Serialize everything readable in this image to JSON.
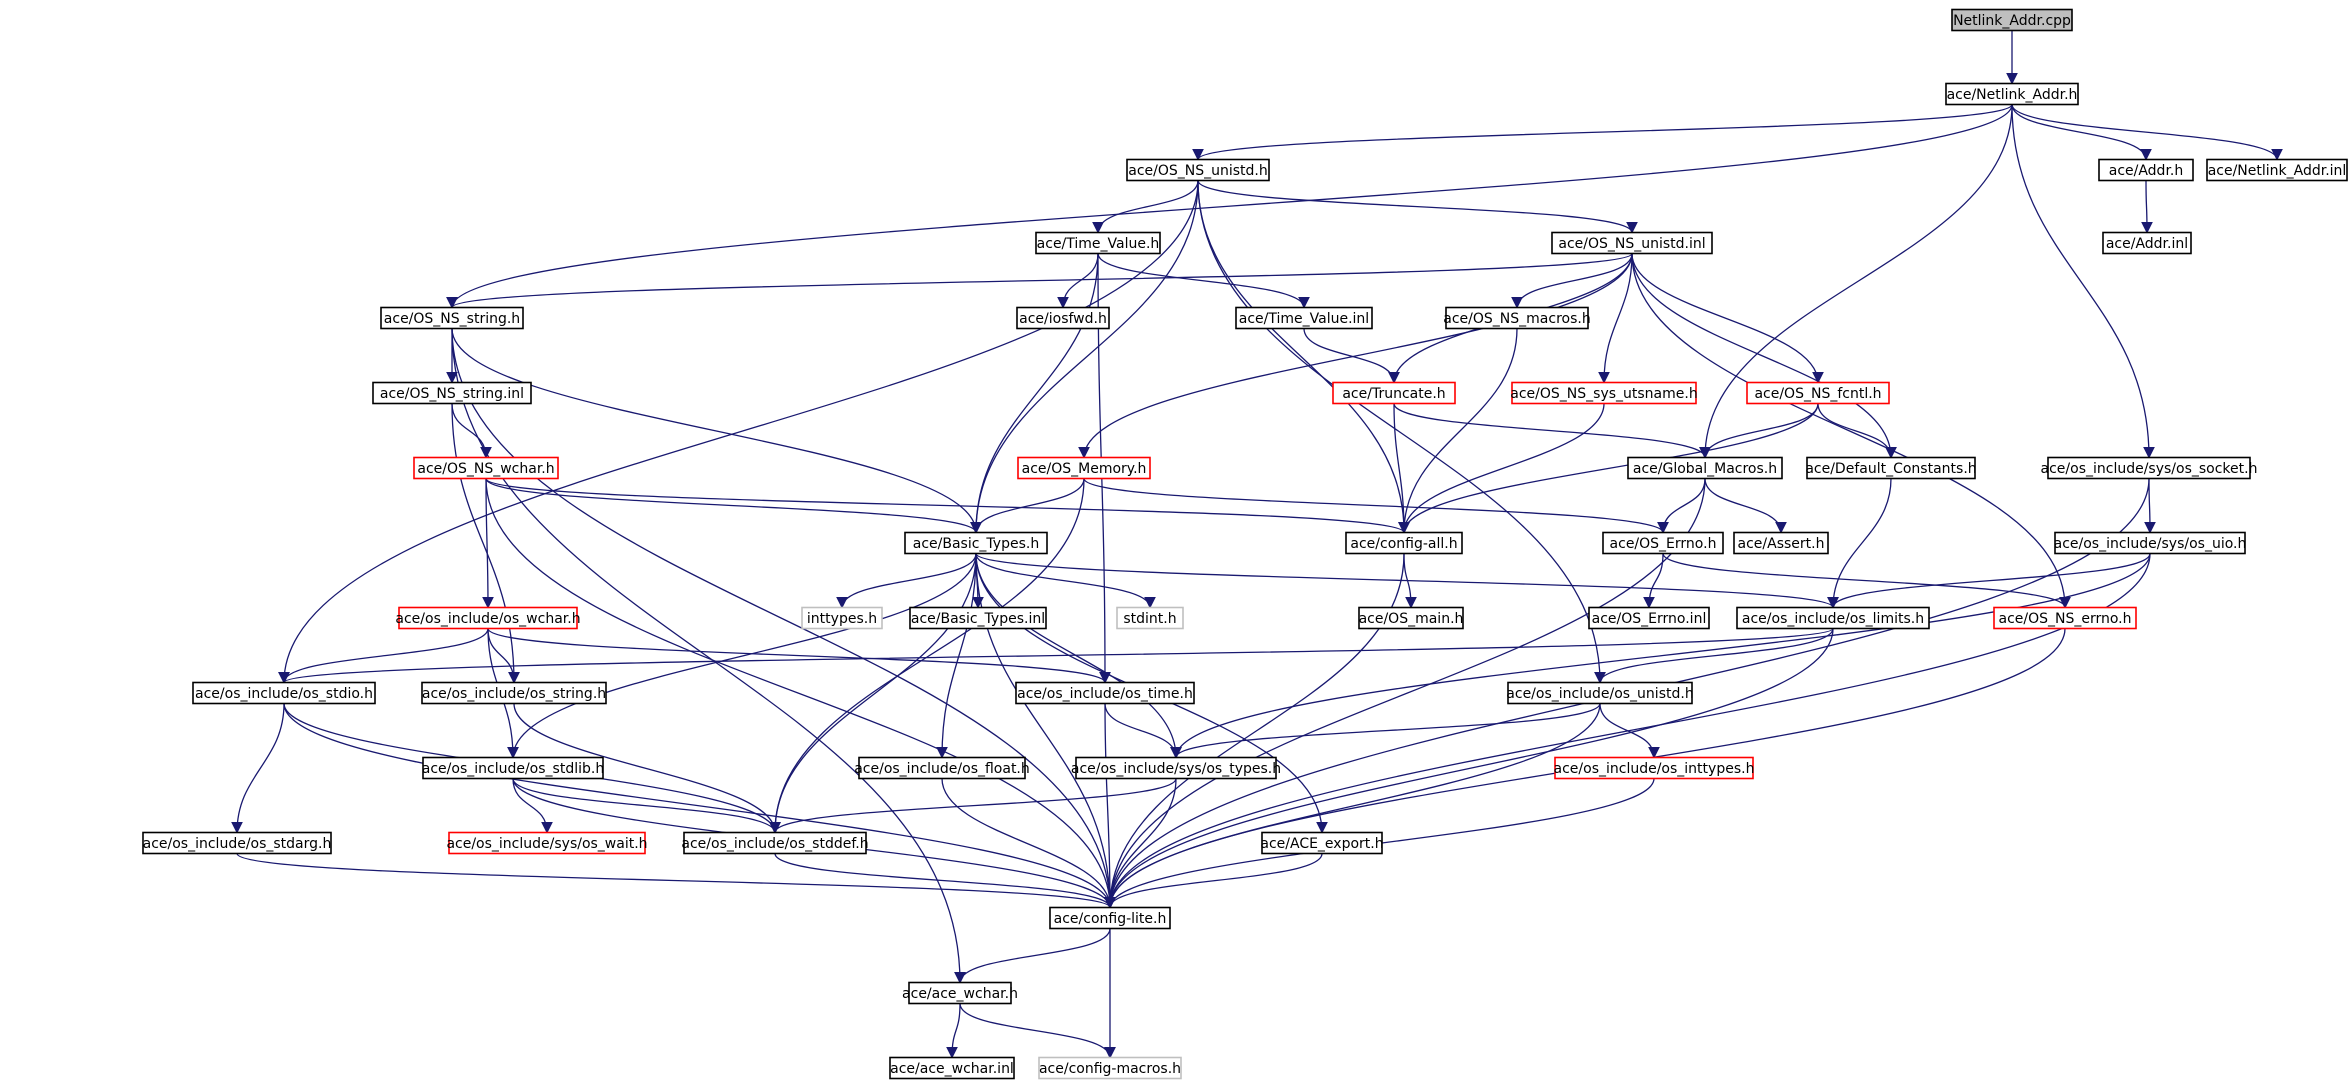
{
  "graph": {
    "colors": {
      "edge": "#191970",
      "normal_border": "#000000",
      "truncated_border": "#ff0000",
      "external_border": "#bfbfbf",
      "root_fill": "#bfbfbf",
      "fill": "#ffffff"
    },
    "nodes": [
      {
        "id": "netlink_addr_cpp",
        "label": "Netlink_Addr.cpp",
        "style": "root"
      },
      {
        "id": "netlink_addr_h",
        "label": "ace/Netlink_Addr.h",
        "style": "normal"
      },
      {
        "id": "os_ns_unistd_h",
        "label": "ace/OS_NS_unistd.h",
        "style": "normal"
      },
      {
        "id": "addr_h",
        "label": "ace/Addr.h",
        "style": "normal"
      },
      {
        "id": "netlink_addr_inl",
        "label": "ace/Netlink_Addr.inl",
        "style": "normal"
      },
      {
        "id": "addr_inl",
        "label": "ace/Addr.inl",
        "style": "normal"
      },
      {
        "id": "time_value_h",
        "label": "ace/Time_Value.h",
        "style": "normal"
      },
      {
        "id": "os_ns_unistd_inl",
        "label": "ace/OS_NS_unistd.inl",
        "style": "normal"
      },
      {
        "id": "os_ns_string_h",
        "label": "ace/OS_NS_string.h",
        "style": "normal"
      },
      {
        "id": "iosfwd_h",
        "label": "ace/iosfwd.h",
        "style": "normal"
      },
      {
        "id": "time_value_inl",
        "label": "ace/Time_Value.inl",
        "style": "normal"
      },
      {
        "id": "os_ns_macros_h",
        "label": "ace/OS_NS_macros.h",
        "style": "normal"
      },
      {
        "id": "os_ns_string_inl",
        "label": "ace/OS_NS_string.inl",
        "style": "normal"
      },
      {
        "id": "truncate_h",
        "label": "ace/Truncate.h",
        "style": "truncated"
      },
      {
        "id": "os_ns_sys_utsname_h",
        "label": "ace/OS_NS_sys_utsname.h",
        "style": "truncated"
      },
      {
        "id": "os_ns_fcntl_h",
        "label": "ace/OS_NS_fcntl.h",
        "style": "truncated"
      },
      {
        "id": "os_ns_wchar_h",
        "label": "ace/OS_NS_wchar.h",
        "style": "truncated"
      },
      {
        "id": "os_memory_h",
        "label": "ace/OS_Memory.h",
        "style": "truncated"
      },
      {
        "id": "global_macros_h",
        "label": "ace/Global_Macros.h",
        "style": "normal"
      },
      {
        "id": "default_constants_h",
        "label": "ace/Default_Constants.h",
        "style": "normal"
      },
      {
        "id": "os_socket_h",
        "label": "ace/os_include/sys/os_socket.h",
        "style": "normal"
      },
      {
        "id": "basic_types_h",
        "label": "ace/Basic_Types.h",
        "style": "normal"
      },
      {
        "id": "config_all_h",
        "label": "ace/config-all.h",
        "style": "normal"
      },
      {
        "id": "os_errno_h",
        "label": "ace/OS_Errno.h",
        "style": "normal"
      },
      {
        "id": "assert_h",
        "label": "ace/Assert.h",
        "style": "normal"
      },
      {
        "id": "os_uio_h",
        "label": "ace/os_include/sys/os_uio.h",
        "style": "normal"
      },
      {
        "id": "os_include_os_wchar_h",
        "label": "ace/os_include/os_wchar.h",
        "style": "truncated"
      },
      {
        "id": "inttypes_h",
        "label": "inttypes.h",
        "style": "external"
      },
      {
        "id": "basic_types_inl",
        "label": "ace/Basic_Types.inl",
        "style": "normal"
      },
      {
        "id": "stdint_h",
        "label": "stdint.h",
        "style": "external"
      },
      {
        "id": "os_main_h",
        "label": "ace/OS_main.h",
        "style": "normal"
      },
      {
        "id": "os_errno_inl",
        "label": "ace/OS_Errno.inl",
        "style": "normal"
      },
      {
        "id": "os_limits_h",
        "label": "ace/os_include/os_limits.h",
        "style": "normal"
      },
      {
        "id": "os_ns_errno_h",
        "label": "ace/OS_NS_errno.h",
        "style": "truncated"
      },
      {
        "id": "os_stdio_h",
        "label": "ace/os_include/os_stdio.h",
        "style": "normal"
      },
      {
        "id": "os_string_h",
        "label": "ace/os_include/os_string.h",
        "style": "normal"
      },
      {
        "id": "os_time_h",
        "label": "ace/os_include/os_time.h",
        "style": "normal"
      },
      {
        "id": "os_unistd_h",
        "label": "ace/os_include/os_unistd.h",
        "style": "normal"
      },
      {
        "id": "os_stdlib_h",
        "label": "ace/os_include/os_stdlib.h",
        "style": "normal"
      },
      {
        "id": "os_float_h",
        "label": "ace/os_include/os_float.h",
        "style": "normal"
      },
      {
        "id": "os_types_h",
        "label": "ace/os_include/sys/os_types.h",
        "style": "normal"
      },
      {
        "id": "os_inttypes_h",
        "label": "ace/os_include/os_inttypes.h",
        "style": "truncated"
      },
      {
        "id": "os_stdarg_h",
        "label": "ace/os_include/os_stdarg.h",
        "style": "normal"
      },
      {
        "id": "os_wait_h",
        "label": "ace/os_include/sys/os_wait.h",
        "style": "truncated"
      },
      {
        "id": "os_stddef_h",
        "label": "ace/os_include/os_stddef.h",
        "style": "normal"
      },
      {
        "id": "ace_export_h",
        "label": "ace/ACE_export.h",
        "style": "normal"
      },
      {
        "id": "config_lite_h",
        "label": "ace/config-lite.h",
        "style": "normal"
      },
      {
        "id": "ace_wchar_h",
        "label": "ace/ace_wchar.h",
        "style": "normal"
      },
      {
        "id": "ace_wchar_inl",
        "label": "ace/ace_wchar.inl",
        "style": "normal"
      },
      {
        "id": "config_macros_h",
        "label": "ace/config-macros.h",
        "style": "external"
      }
    ],
    "edges": [
      [
        "netlink_addr_cpp",
        "netlink_addr_h"
      ],
      [
        "netlink_addr_h",
        "os_ns_unistd_h"
      ],
      [
        "netlink_addr_h",
        "addr_h"
      ],
      [
        "netlink_addr_h",
        "netlink_addr_inl"
      ],
      [
        "netlink_addr_h",
        "os_ns_string_h"
      ],
      [
        "netlink_addr_h",
        "global_macros_h"
      ],
      [
        "netlink_addr_h",
        "os_socket_h"
      ],
      [
        "addr_h",
        "addr_inl"
      ],
      [
        "os_ns_unistd_h",
        "time_value_h"
      ],
      [
        "os_ns_unistd_h",
        "os_ns_unistd_inl"
      ],
      [
        "os_ns_unistd_h",
        "basic_types_h"
      ],
      [
        "os_ns_unistd_h",
        "config_all_h"
      ],
      [
        "os_ns_unistd_h",
        "os_stdio_h"
      ],
      [
        "os_ns_unistd_h",
        "os_unistd_h"
      ],
      [
        "time_value_h",
        "iosfwd_h"
      ],
      [
        "time_value_h",
        "time_value_inl"
      ],
      [
        "time_value_h",
        "basic_types_h"
      ],
      [
        "time_value_h",
        "os_time_h"
      ],
      [
        "time_value_inl",
        "truncate_h"
      ],
      [
        "os_ns_unistd_inl",
        "os_ns_string_h"
      ],
      [
        "os_ns_unistd_inl",
        "os_ns_macros_h"
      ],
      [
        "os_ns_unistd_inl",
        "truncate_h"
      ],
      [
        "os_ns_unistd_inl",
        "os_ns_sys_utsname_h"
      ],
      [
        "os_ns_unistd_inl",
        "os_ns_fcntl_h"
      ],
      [
        "os_ns_unistd_inl",
        "os_memory_h"
      ],
      [
        "os_ns_unistd_inl",
        "default_constants_h"
      ],
      [
        "os_ns_unistd_inl",
        "os_ns_errno_h"
      ],
      [
        "os_ns_string_h",
        "os_ns_string_inl"
      ],
      [
        "os_ns_string_h",
        "basic_types_h"
      ],
      [
        "os_ns_string_h",
        "config_lite_h"
      ],
      [
        "os_ns_string_inl",
        "os_ns_wchar_h"
      ],
      [
        "os_ns_string_inl",
        "os_string_h"
      ],
      [
        "os_ns_macros_h",
        "config_all_h"
      ],
      [
        "truncate_h",
        "config_all_h"
      ],
      [
        "truncate_h",
        "global_macros_h"
      ],
      [
        "os_ns_sys_utsname_h",
        "config_all_h"
      ],
      [
        "os_ns_fcntl_h",
        "global_macros_h"
      ],
      [
        "os_ns_fcntl_h",
        "default_constants_h"
      ],
      [
        "os_ns_fcntl_h",
        "config_all_h"
      ],
      [
        "os_ns_wchar_h",
        "basic_types_h"
      ],
      [
        "os_ns_wchar_h",
        "os_include_os_wchar_h"
      ],
      [
        "os_ns_wchar_h",
        "config_all_h"
      ],
      [
        "os_ns_wchar_h",
        "config_lite_h"
      ],
      [
        "os_memory_h",
        "basic_types_h"
      ],
      [
        "os_memory_h",
        "os_errno_h"
      ],
      [
        "os_memory_h",
        "os_stddef_h"
      ],
      [
        "global_macros_h",
        "os_errno_h"
      ],
      [
        "global_macros_h",
        "assert_h"
      ],
      [
        "global_macros_h",
        "config_lite_h"
      ],
      [
        "default_constants_h",
        "os_limits_h"
      ],
      [
        "os_socket_h",
        "os_uio_h"
      ],
      [
        "os_socket_h",
        "config_lite_h"
      ],
      [
        "os_uio_h",
        "os_limits_h"
      ],
      [
        "os_uio_h",
        "os_types_h"
      ],
      [
        "os_uio_h",
        "config_lite_h"
      ],
      [
        "basic_types_h",
        "inttypes_h"
      ],
      [
        "basic_types_h",
        "basic_types_inl"
      ],
      [
        "basic_types_h",
        "stdint_h"
      ],
      [
        "basic_types_h",
        "os_limits_h"
      ],
      [
        "basic_types_h",
        "os_float_h"
      ],
      [
        "basic_types_h",
        "os_types_h"
      ],
      [
        "basic_types_h",
        "os_stdlib_h"
      ],
      [
        "basic_types_h",
        "os_stddef_h"
      ],
      [
        "basic_types_h",
        "ace_export_h"
      ],
      [
        "basic_types_h",
        "config_lite_h"
      ],
      [
        "config_all_h",
        "os_main_h"
      ],
      [
        "config_all_h",
        "config_lite_h"
      ],
      [
        "os_errno_h",
        "os_errno_inl"
      ],
      [
        "os_errno_h",
        "os_ns_errno_h"
      ],
      [
        "os_ns_errno_h",
        "config_lite_h"
      ],
      [
        "os_include_os_wchar_h",
        "os_stdio_h"
      ],
      [
        "os_include_os_wchar_h",
        "os_string_h"
      ],
      [
        "os_include_os_wchar_h",
        "os_time_h"
      ],
      [
        "os_include_os_wchar_h",
        "os_stdlib_h"
      ],
      [
        "os_limits_h",
        "os_unistd_h"
      ],
      [
        "os_limits_h",
        "os_stdio_h"
      ],
      [
        "os_limits_h",
        "config_lite_h"
      ],
      [
        "os_stdio_h",
        "os_stdarg_h"
      ],
      [
        "os_stdio_h",
        "os_stddef_h"
      ],
      [
        "os_stdio_h",
        "config_lite_h"
      ],
      [
        "os_string_h",
        "os_stddef_h"
      ],
      [
        "os_time_h",
        "os_types_h"
      ],
      [
        "os_time_h",
        "config_lite_h"
      ],
      [
        "os_unistd_h",
        "os_types_h"
      ],
      [
        "os_unistd_h",
        "os_inttypes_h"
      ],
      [
        "os_unistd_h",
        "config_lite_h"
      ],
      [
        "os_stdlib_h",
        "os_wait_h"
      ],
      [
        "os_stdlib_h",
        "os_stddef_h"
      ],
      [
        "os_stdlib_h",
        "config_lite_h"
      ],
      [
        "os_float_h",
        "config_lite_h"
      ],
      [
        "os_types_h",
        "os_stddef_h"
      ],
      [
        "os_types_h",
        "config_lite_h"
      ],
      [
        "os_inttypes_h",
        "config_lite_h"
      ],
      [
        "os_stdarg_h",
        "config_lite_h"
      ],
      [
        "os_stddef_h",
        "config_lite_h"
      ],
      [
        "ace_export_h",
        "config_lite_h"
      ],
      [
        "config_lite_h",
        "ace_wchar_h"
      ],
      [
        "config_lite_h",
        "config_macros_h"
      ],
      [
        "ace_wchar_h",
        "ace_wchar_inl"
      ],
      [
        "ace_wchar_h",
        "config_macros_h"
      ],
      [
        "os_ns_string_h",
        "ace_wchar_h"
      ]
    ]
  }
}
